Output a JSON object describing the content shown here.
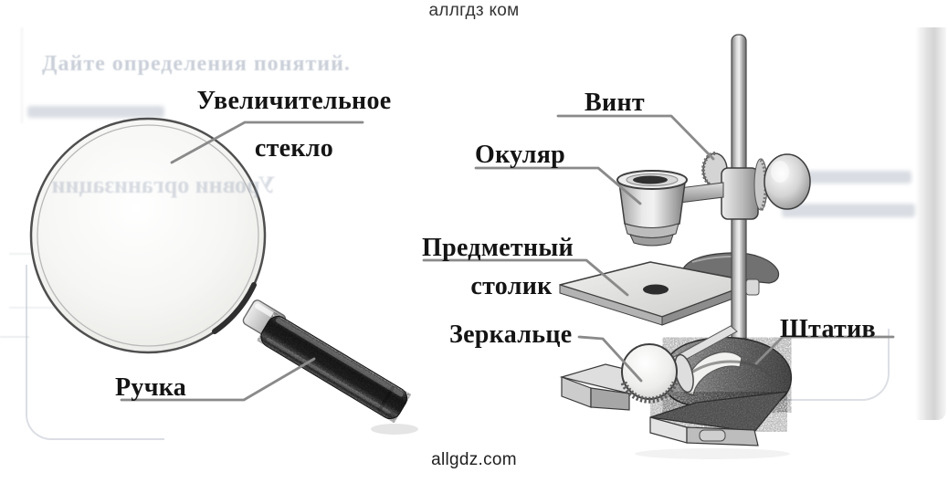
{
  "captions": {
    "top": "аллгдз ком",
    "bottom": "allgdz.com"
  },
  "labels": {
    "lens_line1": "Увеличительное",
    "lens_line2": "стекло",
    "handle": "Ручка",
    "screw": "Винт",
    "eyepiece": "Окуляр",
    "stage_line1": "Предметный",
    "stage_line2": "столик",
    "mirror": "Зеркальце",
    "stand": "Штатив"
  },
  "ghost_text": {
    "assignment_line": "Дайте определения понятий.",
    "bleedthrough_mirrored": "Уровни организации"
  },
  "icons": {
    "magnifier": "magnifying-glass-illustration",
    "microscope": "tripod-microscope-illustration"
  },
  "colors": {
    "label_ink": "#141414",
    "caption_ink": "#2e2e2e",
    "leader_line": "#8a8a8a",
    "ghost_ink": "#8b97ab",
    "illustration_dark": "#2a2a2a",
    "metal_light": "#d9d9d9"
  }
}
